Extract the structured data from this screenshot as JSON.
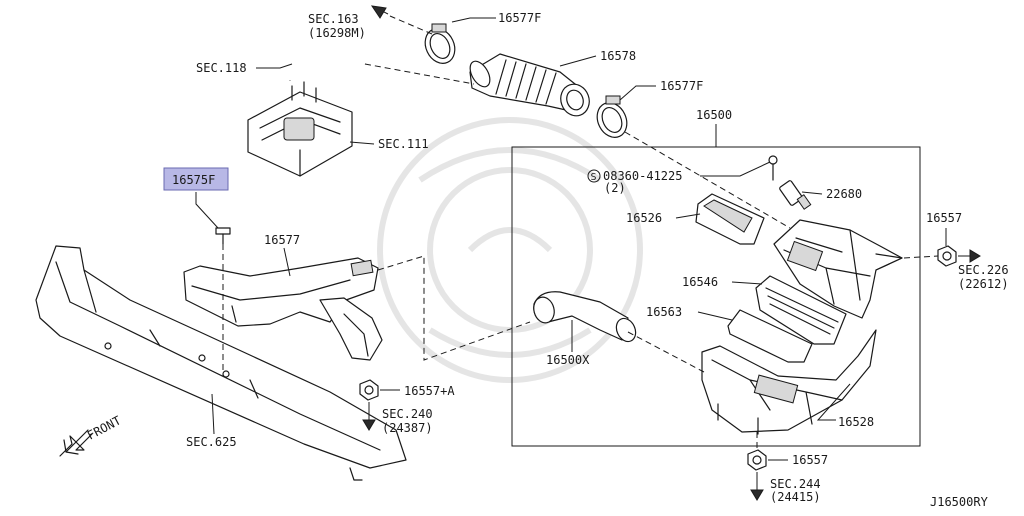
{
  "highlight_color": "#b8b8e6",
  "labels": {
    "sec163": "SEC.163",
    "sec163_sub": "(16298M)",
    "p16577F_top": "16577F",
    "p16578": "16578",
    "sec118": "SEC.118",
    "p16577F_mid": "16577F",
    "sec111": "SEC.111",
    "p16500": "16500",
    "bolt_spec": "08360-41225",
    "bolt_qty": "(2)",
    "p22680": "22680",
    "p16575F": "16575F",
    "p16526": "16526",
    "p16557_right": "16557",
    "sec226": "SEC.226",
    "sec226_sub": "(22612)",
    "p16577": "16577",
    "p16546": "16546",
    "p16563": "16563",
    "p16500X": "16500X",
    "p16557A": "16557+A",
    "sec240": "SEC.240",
    "sec240_sub": "(24387)",
    "front": "FRONT",
    "sec625": "SEC.625",
    "p16528": "16528",
    "p16557_bottom": "16557",
    "sec244": "SEC.244",
    "sec244_sub": "(24415)",
    "diagram_id": "J16500RY"
  }
}
